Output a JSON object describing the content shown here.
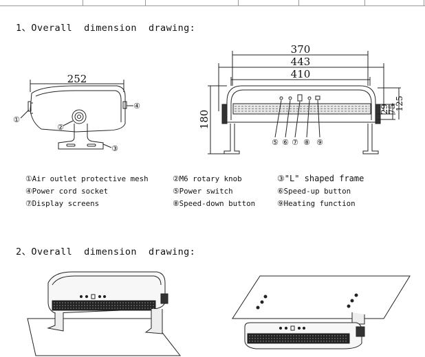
{
  "section1": {
    "heading": "1、Overall  dimension  drawing:",
    "side_view": {
      "width_label": "252",
      "height_label": "180"
    },
    "front_view": {
      "dim_labels": [
        "370",
        "443",
        "410"
      ],
      "side_labels": [
        "29",
        "75",
        "125"
      ],
      "callout_numbers": [
        "①",
        "②",
        "③",
        "④",
        "⑤",
        "⑥",
        "⑦",
        "⑧",
        "⑨"
      ]
    },
    "legend": [
      [
        "①Air outlet protective mesh",
        "②M6 rotary knob",
        "③\"L\" shaped frame"
      ],
      [
        "④Power cord socket",
        "⑤Power switch",
        "⑥Speed-up button"
      ],
      [
        "⑦Display screens",
        "⑧Speed-down button",
        "⑨Heating function"
      ]
    ]
  },
  "section2": {
    "heading": "2、Overall  dimension  drawing:"
  }
}
